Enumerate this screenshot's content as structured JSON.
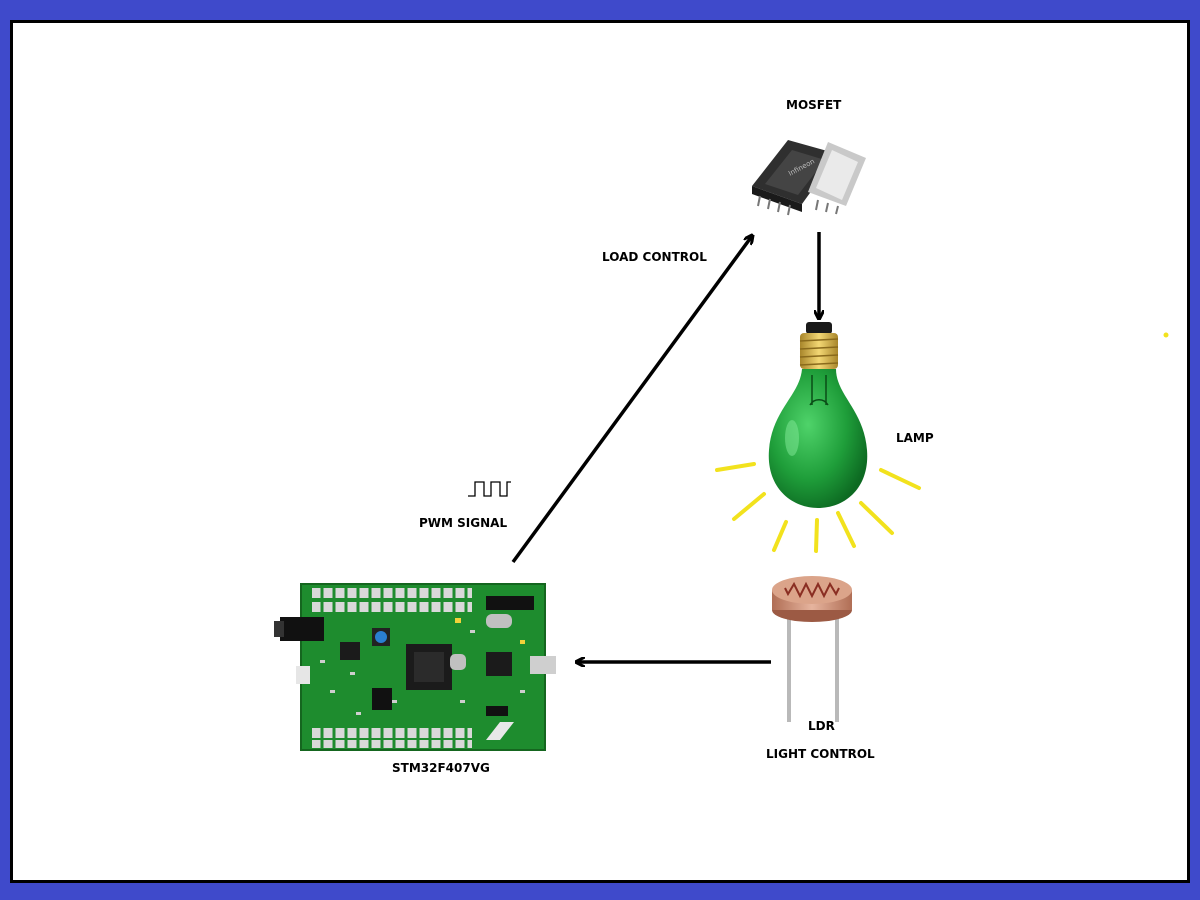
{
  "diagram": {
    "labels": {
      "mosfet": "MOSFET",
      "load_control": "LOAD CONTROL",
      "lamp": "LAMP",
      "pwm_signal": "PWM SIGNAL",
      "ldr": "LDR",
      "light_control": "LIGHT CONTROL",
      "board": "STM32F407VG"
    },
    "colors": {
      "background": "#3f4acb",
      "canvas": "#ffffff",
      "border": "#000000",
      "arrow": "#000000",
      "bulb_glass": "#1f9e3a",
      "rays": "#f2e21d",
      "board_pcb": "#1e8c2e",
      "mosfet_body": "#3a3a3a",
      "ldr_body": "#c98a6f"
    },
    "icons": {
      "mosfet": "mosfet-chip-icon",
      "lamp": "light-bulb-icon",
      "ldr": "photoresistor-icon",
      "board": "microcontroller-board-icon",
      "pwm": "square-wave-icon"
    }
  }
}
